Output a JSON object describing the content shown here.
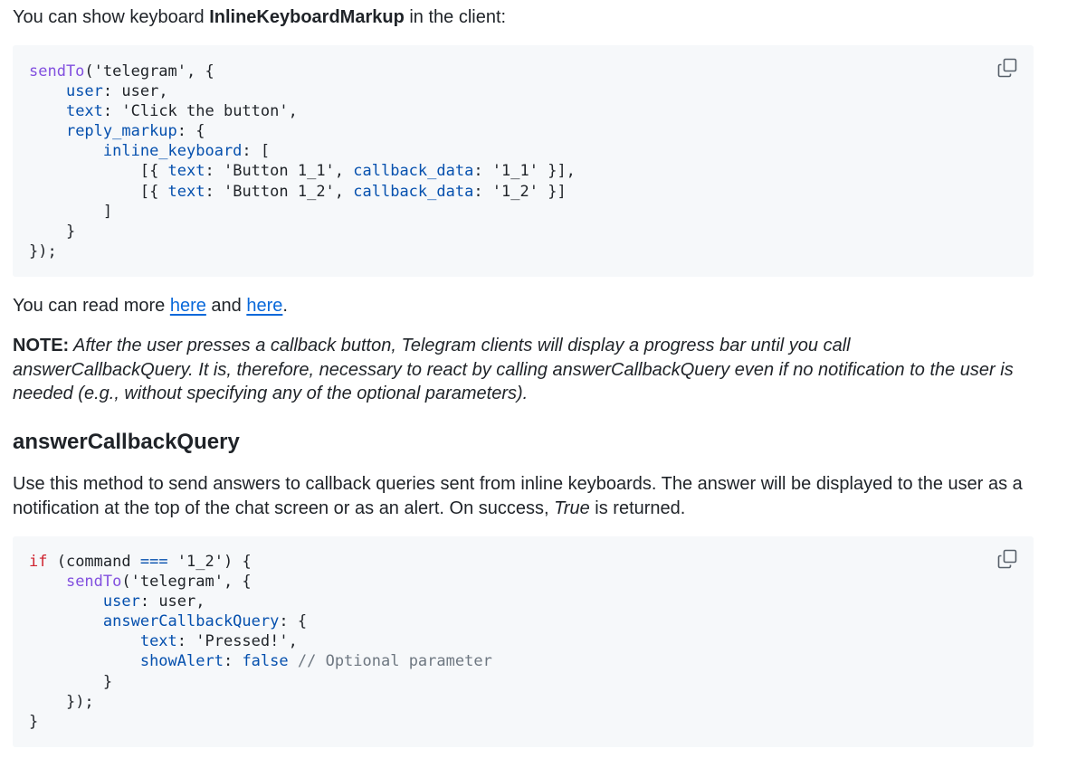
{
  "intro": {
    "before": "You can show keyboard ",
    "strong": "InlineKeyboardMarkup",
    "after": " in the client:"
  },
  "code1": {
    "l1_fn": "sendTo",
    "l1_rest": "('telegram', {",
    "l2_key": "user",
    "l2_rest": ": user,",
    "l3_key": "text",
    "l3_rest": ": 'Click the button',",
    "l4_key": "reply_markup",
    "l4_rest": ": {",
    "l5_key": "inline_keyboard",
    "l5_rest": ": [",
    "l6_a": "[{ ",
    "l6_text_key": "text",
    "l6_b": ": 'Button 1_1', ",
    "l6_cb_key": "callback_data",
    "l6_c": ": '1_1' }],",
    "l7_a": "[{ ",
    "l7_text_key": "text",
    "l7_b": ": 'Button 1_2', ",
    "l7_cb_key": "callback_data",
    "l7_c": ": '1_2' }]",
    "l8": "]",
    "l9": "}",
    "l10": "});"
  },
  "copy_icon": "copy-icon",
  "read_more": {
    "before": "You can read more ",
    "link1": "here",
    "middle": " and ",
    "link2": "here",
    "after": "."
  },
  "note": {
    "label": "NOTE:",
    "text": " After the user presses a callback button, Telegram clients will display a progress bar until you call answerCallbackQuery. It is, therefore, necessary to react by calling answerCallbackQuery even if no notification to the user is needed (e.g., without specifying any of the optional parameters)."
  },
  "heading": "answerCallbackQuery",
  "description": {
    "before": "Use this method to send answers to callback queries sent from inline keyboards. The answer will be displayed to the user as a notification at the top of the chat screen or as an alert. On success, ",
    "em": "True",
    "after": " is returned."
  },
  "code2": {
    "l1_kw": "if",
    "l1_a": " (command ",
    "l1_op": "===",
    "l1_b": " '1_2') {",
    "l2_fn": "sendTo",
    "l2_rest": "('telegram', {",
    "l3_key": "user",
    "l3_rest": ": user,",
    "l4_key": "answerCallbackQuery",
    "l4_rest": ": {",
    "l5_key": "text",
    "l5_rest": ": 'Pressed!',",
    "l6_key": "showAlert",
    "l6_a": ": ",
    "l6_val": "false",
    "l6_space": " ",
    "l6_comment": "// Optional parameter",
    "l7": "}",
    "l8": "});",
    "l9": "}"
  }
}
